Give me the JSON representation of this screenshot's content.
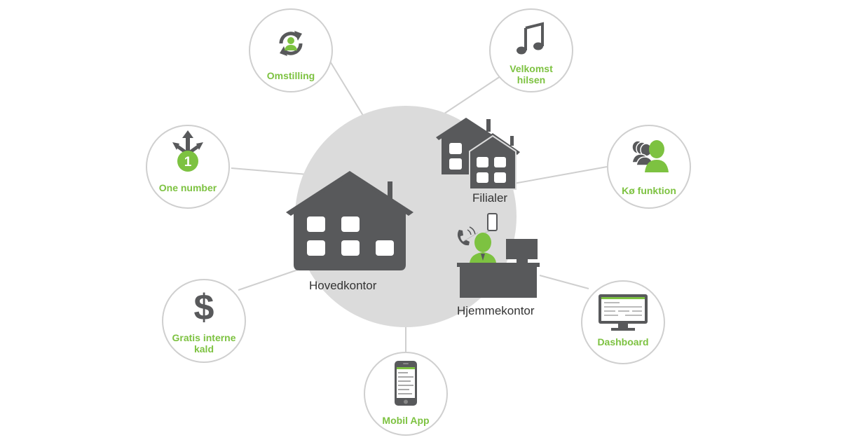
{
  "colors": {
    "accent": "#7dc241",
    "icon": "#58595b",
    "hub": "#dbdbdb",
    "line": "#cfcfcf"
  },
  "places": {
    "headquarters": "Hovedkontor",
    "branches": "Filialer",
    "home_office": "Hjemmekontor"
  },
  "features": [
    {
      "key": "omstilling",
      "icon": "transfer-icon",
      "label": "Omstilling"
    },
    {
      "key": "velkomst",
      "icon": "music-note-icon",
      "label": "Velkomst hilsen"
    },
    {
      "key": "one-number",
      "icon": "one-number-icon",
      "label": "One number"
    },
    {
      "key": "koe",
      "icon": "queue-icon",
      "label": "Kø funktion"
    },
    {
      "key": "gratis",
      "icon": "dollar-icon",
      "label": "Gratis interne kald"
    },
    {
      "key": "dashboard",
      "icon": "monitor-icon",
      "label": "Dashboard"
    },
    {
      "key": "mobil",
      "icon": "smartphone-icon",
      "label": "Mobil App"
    }
  ]
}
